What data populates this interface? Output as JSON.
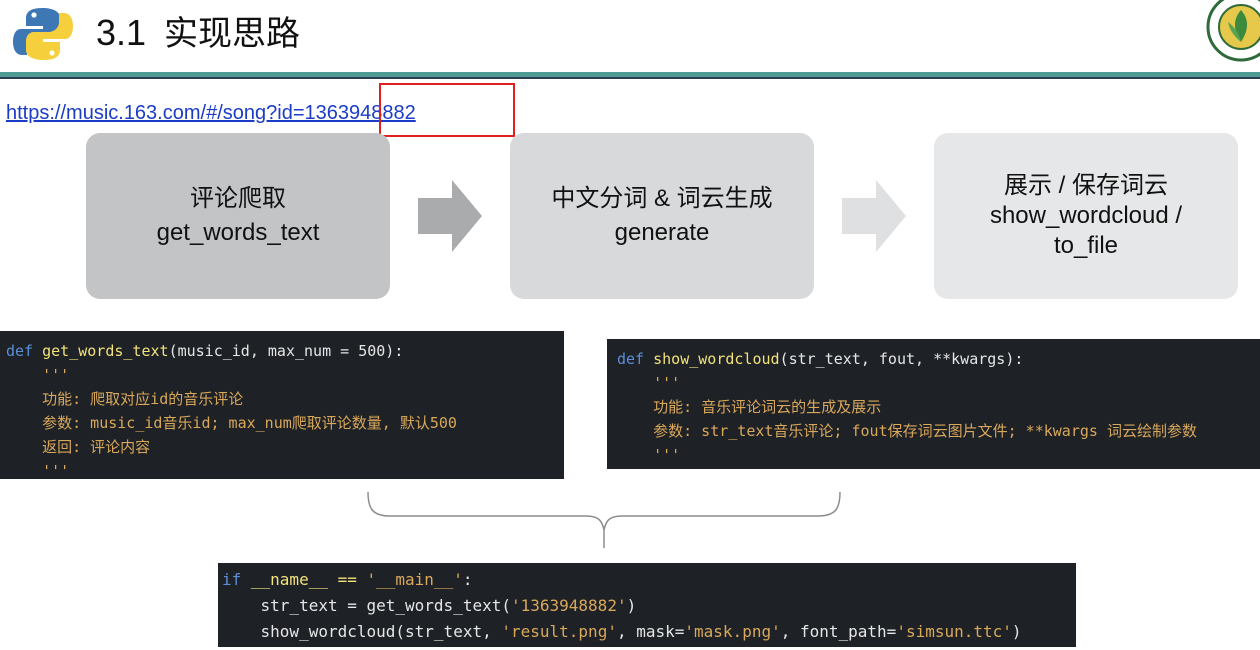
{
  "header": {
    "section_number": "3.1",
    "title": "实现思路"
  },
  "url": {
    "text": "https://music.163.com/#/song?id=1363948882",
    "highlighted_part": "1363948882"
  },
  "flow": {
    "steps": [
      {
        "line1": "评论爬取",
        "line2": "get_words_text",
        "line3": ""
      },
      {
        "line1": "中文分词 & 词云生成",
        "line2": "generate",
        "line3": ""
      },
      {
        "line1": "展示 / 保存词云",
        "line2": "show_wordcloud /",
        "line3": "to_file"
      }
    ]
  },
  "code1": {
    "def_kw": "def",
    "fn_name": "get_words_text",
    "params": "(music_id, max_num = 500):",
    "doc_open": "'''",
    "doc_lines": [
      "功能: 爬取对应id的音乐评论",
      "参数: music_id音乐id; max_num爬取评论数量, 默认500",
      "返回: 评论内容"
    ],
    "doc_close": "'''"
  },
  "code2": {
    "def_kw": "def",
    "fn_name": "show_wordcloud",
    "params": "(str_text, fout, **kwargs):",
    "doc_open": "'''",
    "doc_lines": [
      "功能: 音乐评论词云的生成及展示",
      "参数: str_text音乐评论; fout保存词云图片文件; **kwargs 词云绘制参数"
    ],
    "doc_close": "'''"
  },
  "code3": {
    "if_kw": "if",
    "cond": " __name__ == ",
    "main_str": "'__main__'",
    "colon": ":",
    "line2_pre": "    str_text = get_words_text(",
    "line2_str": "'1363948882'",
    "line2_post": ")",
    "line3_pre": "    show_wordcloud(str_text, ",
    "line3_str1": "'result.png'",
    "line3_mid1": ", mask=",
    "line3_str2": "'mask.png'",
    "line3_mid2": ", font_path=",
    "line3_str3": "'simsun.ttc'",
    "line3_post": ")"
  },
  "icons": {
    "python_logo": "python-logo-icon",
    "seal": "university-seal-icon",
    "arrow": "right-arrow-icon"
  },
  "colors": {
    "title_rule": "#4f9a95",
    "link": "#1a3cc6",
    "highlight_box": "#e02020",
    "code_bg": "#1e2126",
    "keyword": "#5a8fd6",
    "function": "#f2e27a",
    "string": "#d9a85a"
  }
}
